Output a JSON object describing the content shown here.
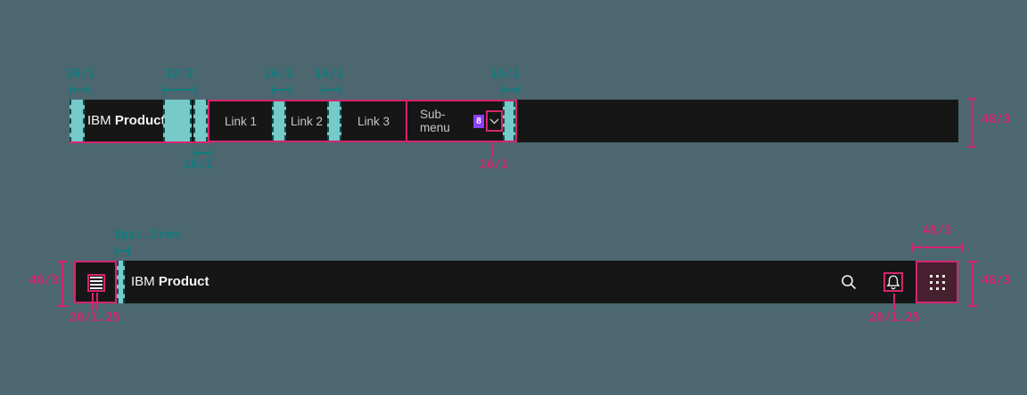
{
  "colors": {
    "canvas_bg": "#4c6770",
    "bar_bg": "#161616",
    "annotation_teal": "#0e7d7f",
    "annotation_teal_fill": "#76cac8",
    "annotation_pink": "#d6246e",
    "badge_purple": "#8a3ffc",
    "brand_text": "#f4f4f4",
    "link_text": "#c6c6c6"
  },
  "top_bar": {
    "brand_prefix": "IBM",
    "brand_name": "Product",
    "links": [
      "Link 1",
      "Link 2",
      "Link 3"
    ],
    "submenu": {
      "label": "Sub-menu",
      "badge": "8"
    },
    "ann": {
      "left_pad": "16/1",
      "brand_gap": "32/2",
      "gap_1": "16/1",
      "gap_2": "16/1",
      "right_pad": "16/1",
      "link_pad": "16/1",
      "chevron_gap": "16/1",
      "height": "48/3"
    }
  },
  "bottom_bar": {
    "brand_prefix": "IBM",
    "brand_name": "Product",
    "ann": {
      "menu_gap": "8px/.5rem",
      "height_left": "48/3",
      "menu_icon_size": "20/1.25",
      "bell_icon_size": "20/1.25",
      "switcher_width": "48/3",
      "switcher_height": "48/3"
    }
  }
}
